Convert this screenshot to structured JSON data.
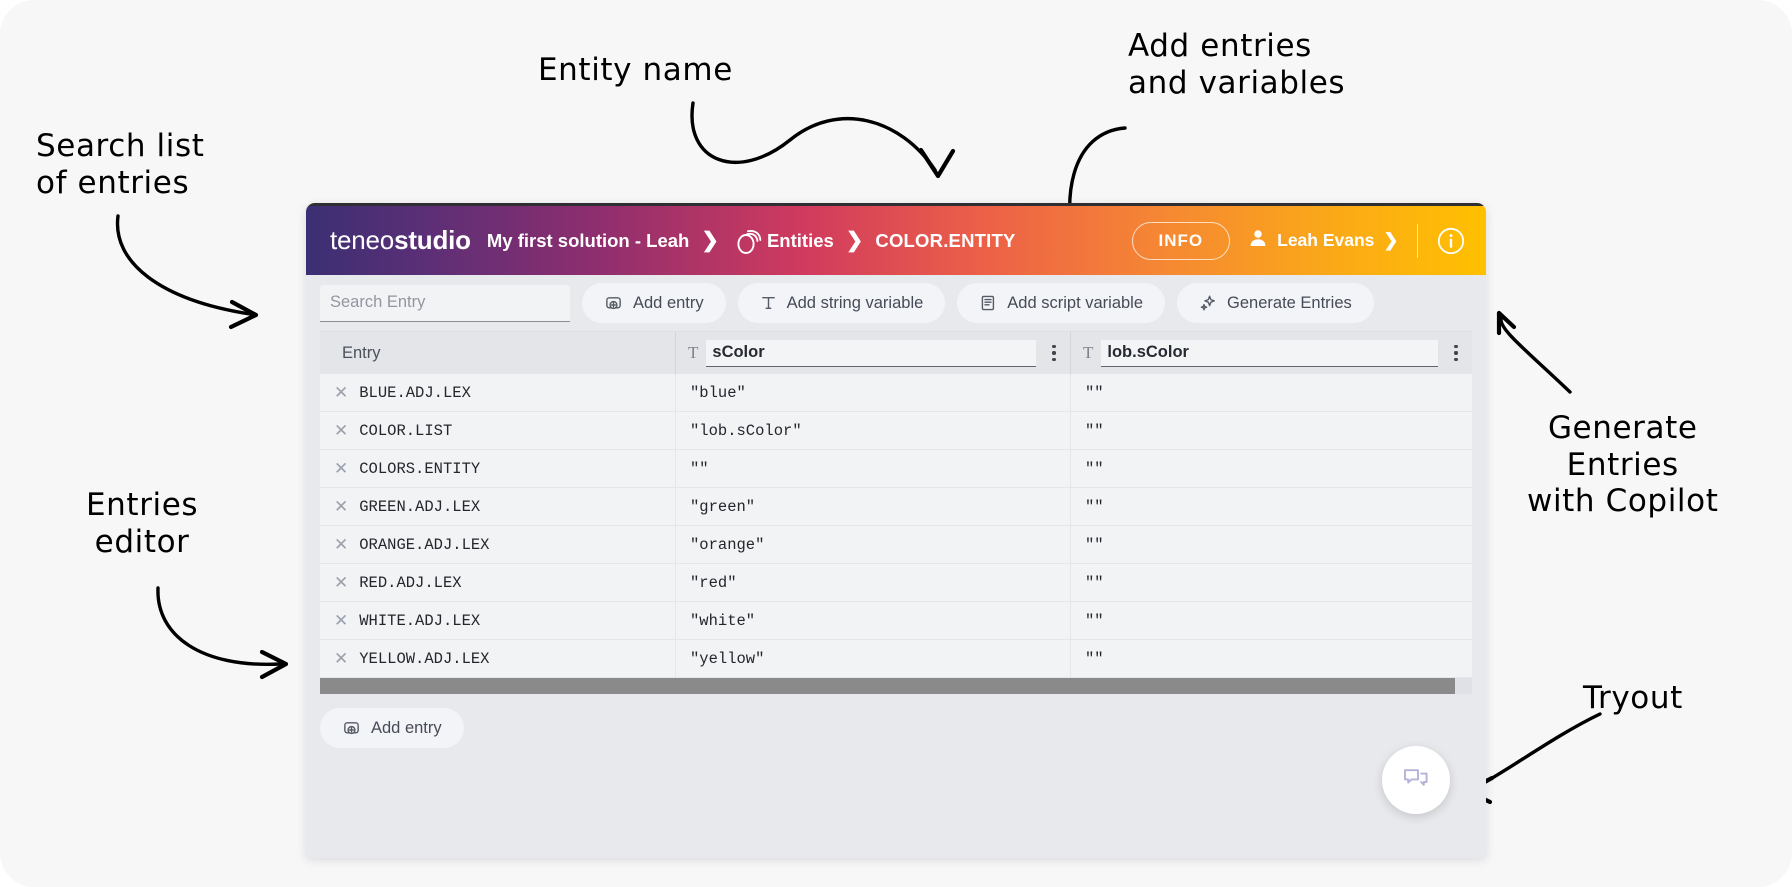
{
  "header": {
    "logo_light": "teneo",
    "logo_bold": "studio",
    "solution": "My first solution - Leah",
    "chevron": "❯",
    "entities_label": "Entities",
    "entity_name": "COLOR.ENTITY",
    "info_label": "INFO",
    "user_name": "Leah Evans",
    "user_chevron": "❯",
    "info_icon_glyph": "i",
    "gradient_from": "#3b2f73",
    "gradient_to": "#ffc000"
  },
  "toolbar": {
    "search_placeholder": "Search Entry",
    "search_value": "",
    "add_entry_label": "Add entry",
    "add_string_variable_label": "Add string variable",
    "add_script_variable_label": "Add script variable",
    "generate_entries_label": "Generate Entries"
  },
  "table": {
    "columns": [
      {
        "header": "Entry",
        "type": "static"
      },
      {
        "header": "sColor",
        "type": "string-variable",
        "icon": "text-type-icon"
      },
      {
        "header": "lob.sColor",
        "type": "string-variable",
        "icon": "text-type-icon"
      }
    ],
    "rows": [
      {
        "entry": "BLUE.ADJ.LEX",
        "sColor": "\"blue\"",
        "lob_sColor": "\"\""
      },
      {
        "entry": "COLOR.LIST",
        "sColor": "\"lob.sColor\"",
        "lob_sColor": "\"\""
      },
      {
        "entry": "COLORS.ENTITY",
        "sColor": "\"\"",
        "lob_sColor": "\"\""
      },
      {
        "entry": "GREEN.ADJ.LEX",
        "sColor": "\"green\"",
        "lob_sColor": "\"\""
      },
      {
        "entry": "ORANGE.ADJ.LEX",
        "sColor": "\"orange\"",
        "lob_sColor": "\"\""
      },
      {
        "entry": "RED.ADJ.LEX",
        "sColor": "\"red\"",
        "lob_sColor": "\"\""
      },
      {
        "entry": "WHITE.ADJ.LEX",
        "sColor": "\"white\"",
        "lob_sColor": "\"\""
      },
      {
        "entry": "YELLOW.ADJ.LEX",
        "sColor": "\"yellow\"",
        "lob_sColor": "\"\""
      }
    ],
    "delete_glyph": "✕"
  },
  "footer": {
    "add_entry_label": "Add entry"
  },
  "annotations": {
    "search_list": "Search list\nof entries",
    "entity_name": "Entity name",
    "add_entries": "Add entries\nand variables",
    "entries_editor": "Entries\neditor",
    "generate_copilot": "Generate\nEntries\nwith Copilot",
    "tryout": "Tryout"
  }
}
